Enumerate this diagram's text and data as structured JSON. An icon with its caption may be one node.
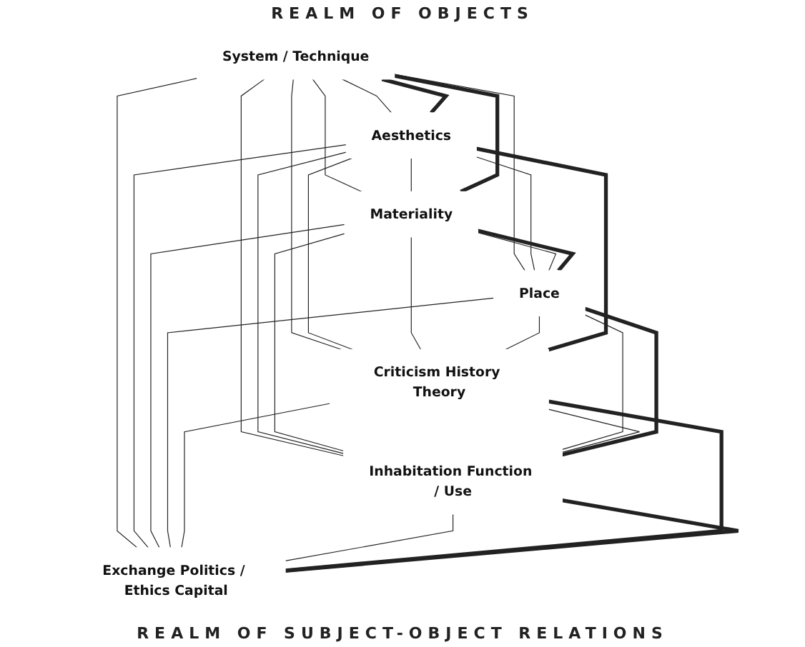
{
  "diagram": {
    "nodes": [
      {
        "text": [
          "System / Technique"
        ]
      },
      {
        "text": [
          "Aesthetics"
        ]
      },
      {
        "text": [
          "Materiality"
        ]
      },
      {
        "text": [
          "Place"
        ]
      },
      {
        "text": [
          "Criticism History Theory"
        ]
      },
      {
        "text": [
          "Inhabitation Function / Use"
        ]
      },
      {
        "text": [
          "Exchange Politics / Ethics Capital"
        ]
      }
    ],
    "edges": [
      {
        "from": 0,
        "to": 1,
        "arrow": "none"
      },
      {
        "from": 0,
        "to": 2,
        "arrow": "none"
      },
      {
        "from": 0,
        "to": 3,
        "arrow": "none"
      },
      {
        "from": 0,
        "to": 4,
        "arrow": "none"
      },
      {
        "from": 0,
        "to": 5,
        "arrow": "none"
      },
      {
        "from": 0,
        "to": 6,
        "arrow": "none"
      },
      {
        "from": 1,
        "to": 2,
        "arrow": "none"
      },
      {
        "from": 1,
        "to": 3,
        "arrow": "none"
      },
      {
        "from": 1,
        "to": 4,
        "arrow": "none"
      },
      {
        "from": 1,
        "to": 5,
        "arrow": "none"
      },
      {
        "from": 1,
        "to": 6,
        "arrow": "none"
      },
      {
        "from": 2,
        "to": 3,
        "arrow": "none"
      },
      {
        "from": 2,
        "to": 4,
        "arrow": "none"
      },
      {
        "from": 2,
        "to": 5,
        "arrow": "none"
      },
      {
        "from": 2,
        "to": 6,
        "arrow": "none"
      },
      {
        "from": 3,
        "to": 4,
        "arrow": "none"
      },
      {
        "from": 3,
        "to": 5,
        "arrow": "none"
      },
      {
        "from": 3,
        "to": 6,
        "arrow": "none"
      },
      {
        "from": 4,
        "to": 5,
        "arrow": "none"
      },
      {
        "from": 4,
        "to": 6,
        "arrow": "none"
      },
      {
        "from": 5,
        "to": 6,
        "arrow": "none"
      },
      {
        "from": 2,
        "to": 0,
        "arrow": "none",
        "style": "thick"
      },
      {
        "from": 0,
        "to": 1,
        "arrow": "none",
        "style": "thick"
      },
      {
        "from": 1,
        "to": 4,
        "arrow": "none",
        "style": "thick"
      },
      {
        "from": 4,
        "to": 6,
        "arrow": "none",
        "style": "thick"
      },
      {
        "from": 6,
        "to": 5,
        "arrow": "none",
        "style": "thick"
      },
      {
        "from": 5,
        "to": 3,
        "arrow": "none",
        "style": "thick"
      },
      {
        "from": 3,
        "to": 2,
        "arrow": "none",
        "style": "thick"
      }
    ],
    "labels": [
      "REALM OF OBJECTS",
      "REALM OF SUBJECT-OBJECT RELATIONS"
    ]
  }
}
